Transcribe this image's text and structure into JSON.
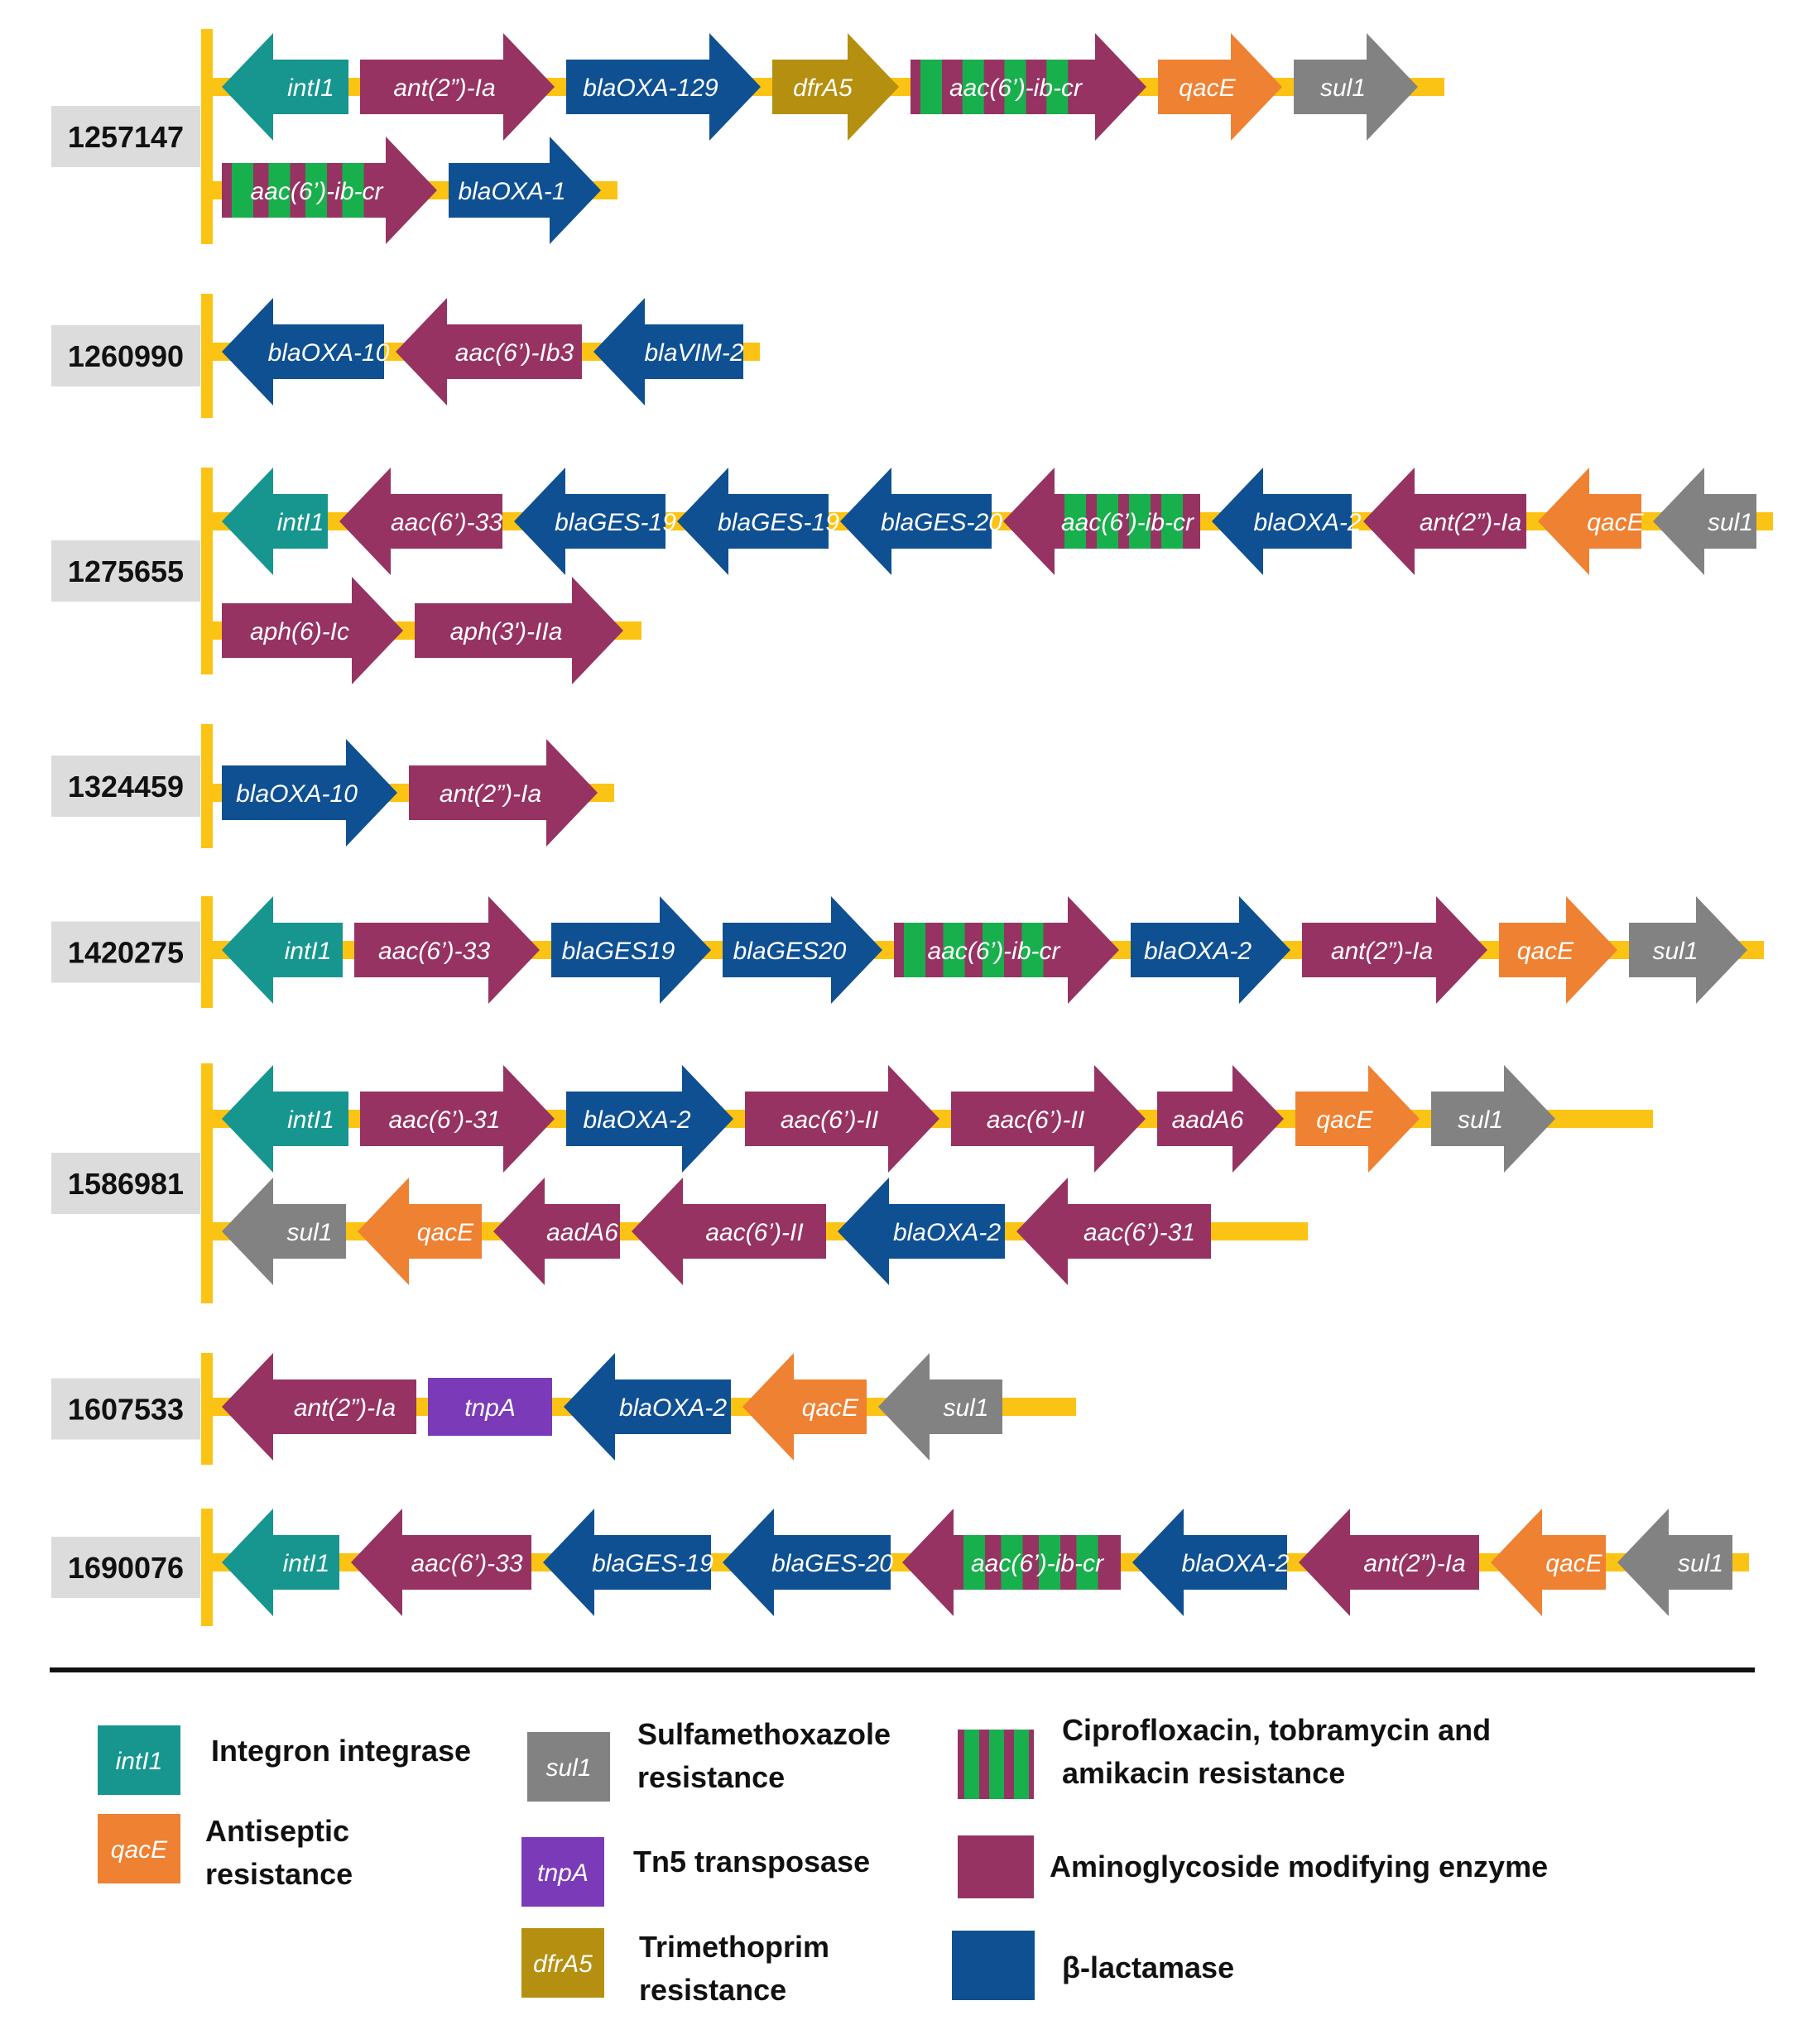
{
  "colors": {
    "integrase": "#16968f",
    "aminoglycoside": "#963362",
    "blactamase": "#0f5093",
    "trimethoprim": "#b58f10",
    "antiseptic": "#ee8132",
    "sulfa": "#828282",
    "transposase": "#7b3ab7",
    "stripe": "#18b04c",
    "backbone": "#fbc314",
    "label_box": "#dcdcdc"
  },
  "isolates": [
    {
      "id": "1257147",
      "rows": [
        [
          {
            "name": "intI1",
            "type": "integrase",
            "dir": "left"
          },
          {
            "name": "ant(2”)-Ia",
            "type": "aminoglycoside",
            "dir": "right"
          },
          {
            "name": "blaOXA-129",
            "type": "blactamase",
            "dir": "right"
          },
          {
            "name": "dfrA5",
            "type": "trimethoprim",
            "dir": "right"
          },
          {
            "name": "aac(6’)-ib-cr",
            "type": "aminoglycoside",
            "dir": "right",
            "striped": true
          },
          {
            "name": "qacE",
            "type": "antiseptic",
            "dir": "right"
          },
          {
            "name": "sul1",
            "type": "sulfa",
            "dir": "right"
          }
        ],
        [
          {
            "name": "aac(6’)-ib-cr",
            "type": "aminoglycoside",
            "dir": "right",
            "striped": true
          },
          {
            "name": "blaOXA-1",
            "type": "blactamase",
            "dir": "right"
          }
        ]
      ]
    },
    {
      "id": "1260990",
      "rows": [
        [
          {
            "name": "blaOXA-10",
            "type": "blactamase",
            "dir": "left"
          },
          {
            "name": "aac(6’)-Ib3",
            "type": "aminoglycoside",
            "dir": "left"
          },
          {
            "name": "blaVIM-2",
            "type": "blactamase",
            "dir": "left"
          }
        ]
      ]
    },
    {
      "id": "1275655",
      "rows": [
        [
          {
            "name": "intI1",
            "type": "integrase",
            "dir": "left"
          },
          {
            "name": "aac(6’)-33",
            "type": "aminoglycoside",
            "dir": "left"
          },
          {
            "name": "blaGES-19",
            "type": "blactamase",
            "dir": "left"
          },
          {
            "name": "blaGES-19",
            "type": "blactamase",
            "dir": "left"
          },
          {
            "name": "blaGES-20",
            "type": "blactamase",
            "dir": "left"
          },
          {
            "name": "aac(6’)-ib-cr",
            "type": "aminoglycoside",
            "dir": "left",
            "striped": true
          },
          {
            "name": "blaOXA-2",
            "type": "blactamase",
            "dir": "left"
          },
          {
            "name": "ant(2”)-Ia",
            "type": "aminoglycoside",
            "dir": "left"
          },
          {
            "name": "qacE",
            "type": "antiseptic",
            "dir": "left"
          },
          {
            "name": "sul1",
            "type": "sulfa",
            "dir": "left"
          }
        ],
        [
          {
            "name": "aph(6)-Ic",
            "type": "aminoglycoside",
            "dir": "right"
          },
          {
            "name": "aph(3')-IIa",
            "type": "aminoglycoside",
            "dir": "right"
          }
        ]
      ]
    },
    {
      "id": "1324459",
      "rows": [
        [
          {
            "name": "blaOXA-10",
            "type": "blactamase",
            "dir": "right"
          },
          {
            "name": "ant(2”)-Ia",
            "type": "aminoglycoside",
            "dir": "right"
          }
        ]
      ]
    },
    {
      "id": "1420275",
      "rows": [
        [
          {
            "name": "intI1",
            "type": "integrase",
            "dir": "left"
          },
          {
            "name": "aac(6’)-33",
            "type": "aminoglycoside",
            "dir": "right"
          },
          {
            "name": "blaGES19",
            "type": "blactamase",
            "dir": "right"
          },
          {
            "name": "blaGES20",
            "type": "blactamase",
            "dir": "right"
          },
          {
            "name": "aac(6’)-ib-cr",
            "type": "aminoglycoside",
            "dir": "right",
            "striped": true
          },
          {
            "name": "blaOXA-2",
            "type": "blactamase",
            "dir": "right"
          },
          {
            "name": "ant(2”)-Ia",
            "type": "aminoglycoside",
            "dir": "right"
          },
          {
            "name": "qacE",
            "type": "antiseptic",
            "dir": "right"
          },
          {
            "name": "sul1",
            "type": "sulfa",
            "dir": "right"
          }
        ]
      ]
    },
    {
      "id": "1586981",
      "rows": [
        [
          {
            "name": "intI1",
            "type": "integrase",
            "dir": "left"
          },
          {
            "name": "aac(6’)-31",
            "type": "aminoglycoside",
            "dir": "right"
          },
          {
            "name": "blaOXA-2",
            "type": "blactamase",
            "dir": "right"
          },
          {
            "name": "aac(6’)-II",
            "type": "aminoglycoside",
            "dir": "right"
          },
          {
            "name": "aac(6’)-II",
            "type": "aminoglycoside",
            "dir": "right"
          },
          {
            "name": "aadA6",
            "type": "aminoglycoside",
            "dir": "right"
          },
          {
            "name": "qacE",
            "type": "antiseptic",
            "dir": "right"
          },
          {
            "name": "sul1",
            "type": "sulfa",
            "dir": "right"
          }
        ],
        [
          {
            "name": "sul1",
            "type": "sulfa",
            "dir": "left"
          },
          {
            "name": "qacE",
            "type": "antiseptic",
            "dir": "left"
          },
          {
            "name": "aadA6",
            "type": "aminoglycoside",
            "dir": "left"
          },
          {
            "name": "aac(6’)-II",
            "type": "aminoglycoside",
            "dir": "left"
          },
          {
            "name": "blaOXA-2",
            "type": "blactamase",
            "dir": "left"
          },
          {
            "name": "aac(6’)-31",
            "type": "aminoglycoside",
            "dir": "left"
          }
        ]
      ]
    },
    {
      "id": "1607533",
      "rows": [
        [
          {
            "name": "ant(2”)-Ia",
            "type": "aminoglycoside",
            "dir": "left"
          },
          {
            "name": "tnpA",
            "type": "transposase",
            "dir": "none"
          },
          {
            "name": "blaOXA-2",
            "type": "blactamase",
            "dir": "left"
          },
          {
            "name": "qacE",
            "type": "antiseptic",
            "dir": "left"
          },
          {
            "name": "sul1",
            "type": "sulfa",
            "dir": "left"
          }
        ]
      ]
    },
    {
      "id": "1690076",
      "rows": [
        [
          {
            "name": "intI1",
            "type": "integrase",
            "dir": "left"
          },
          {
            "name": "aac(6’)-33",
            "type": "aminoglycoside",
            "dir": "left"
          },
          {
            "name": "blaGES-19",
            "type": "blactamase",
            "dir": "left"
          },
          {
            "name": "blaGES-20",
            "type": "blactamase",
            "dir": "left"
          },
          {
            "name": "aac(6’)-ib-cr",
            "type": "aminoglycoside",
            "dir": "left",
            "striped": true
          },
          {
            "name": "blaOXA-2",
            "type": "blactamase",
            "dir": "left"
          },
          {
            "name": "ant(2”)-Ia",
            "type": "aminoglycoside",
            "dir": "left"
          },
          {
            "name": "qacE",
            "type": "antiseptic",
            "dir": "left"
          },
          {
            "name": "sul1",
            "type": "sulfa",
            "dir": "left"
          }
        ]
      ]
    }
  ],
  "legend": [
    {
      "swatch": "intI1",
      "type": "integrase",
      "lines": [
        "Integron integrase"
      ]
    },
    {
      "swatch": "qacE",
      "type": "antiseptic",
      "lines": [
        "Antiseptic",
        "resistance"
      ]
    },
    {
      "swatch": "sul1",
      "type": "sulfa",
      "lines": [
        "Sulfamethoxazole",
        "resistance"
      ]
    },
    {
      "swatch": "tnpA",
      "type": "transposase",
      "lines": [
        "Tn5 transposase"
      ]
    },
    {
      "swatch": "dfrA5",
      "type": "trimethoprim",
      "lines": [
        "Trimethoprim",
        "resistance"
      ]
    },
    {
      "swatch": "",
      "type": "stripe",
      "lines": [
        "Ciprofloxacin,  tobramycin and",
        "amikacin resistance"
      ]
    },
    {
      "swatch": "",
      "type": "aminoglycoside",
      "lines": [
        "Aminoglycoside modifying enzyme"
      ]
    },
    {
      "swatch": "",
      "type": "blactamase",
      "lines": [
        "β-lactamase"
      ]
    }
  ]
}
